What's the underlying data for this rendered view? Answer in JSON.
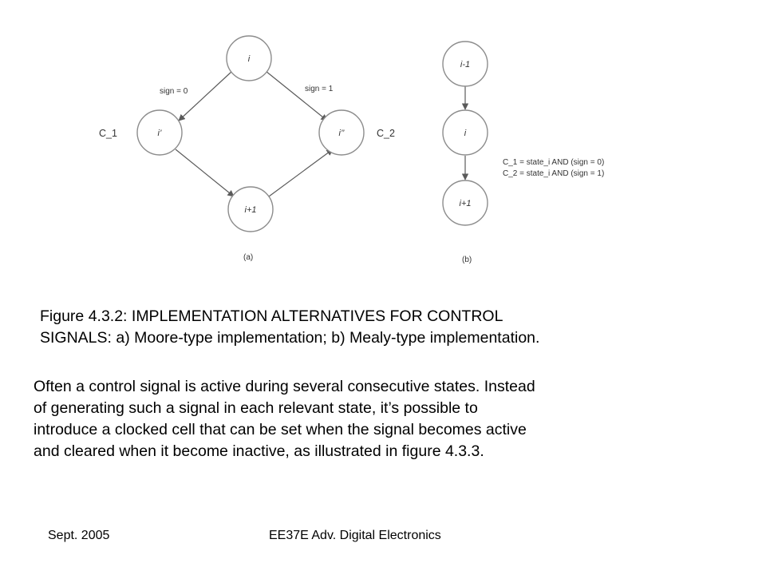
{
  "diagram_a": {
    "nodes": {
      "top": "i",
      "left": "i’",
      "right": "i’’",
      "bottom": "i+1"
    },
    "edge_labels": {
      "left": "sign = 0",
      "right": "sign = 1"
    },
    "signal_labels": {
      "left": "C_1",
      "right": "C_2"
    },
    "caption": "(a)"
  },
  "diagram_b": {
    "nodes": {
      "top": "i-1",
      "middle": "i",
      "bottom": "i+1"
    },
    "equations": [
      "C_1 = state_i AND (sign = 0)",
      "C_2 = state_i AND (sign = 1)"
    ],
    "caption": "(b)"
  },
  "figure_caption": {
    "lines": [
      "Figure 4.3.2: IMPLEMENTATION ALTERNATIVES FOR CONTROL",
      "SIGNALS: a) Moore-type implementation; b) Mealy-type implementation."
    ]
  },
  "body": {
    "lines": [
      "Often a control signal is active during several consecutive states. Instead",
      "of generating such a signal in each relevant state, it’s possible to",
      "introduce a clocked cell that can be set when the signal becomes active",
      "and cleared when it become inactive, as illustrated in figure 4.3.3."
    ]
  },
  "footer": {
    "left": "Sept. 2005",
    "center": "EE37E Adv. Digital Electronics"
  }
}
